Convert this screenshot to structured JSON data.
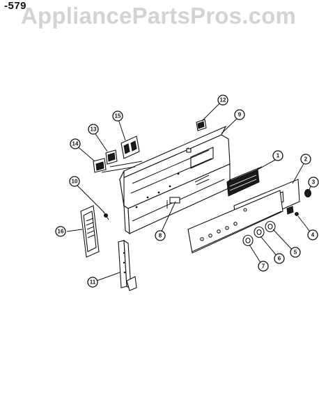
{
  "header": {
    "part_number": "-579",
    "watermark": "AppliancePartsPros.com"
  },
  "callouts": [
    "1",
    "2",
    "3",
    "4",
    "5",
    "6",
    "7",
    "8",
    "9",
    "10",
    "11",
    "12",
    "13",
    "14",
    "15",
    "16"
  ]
}
